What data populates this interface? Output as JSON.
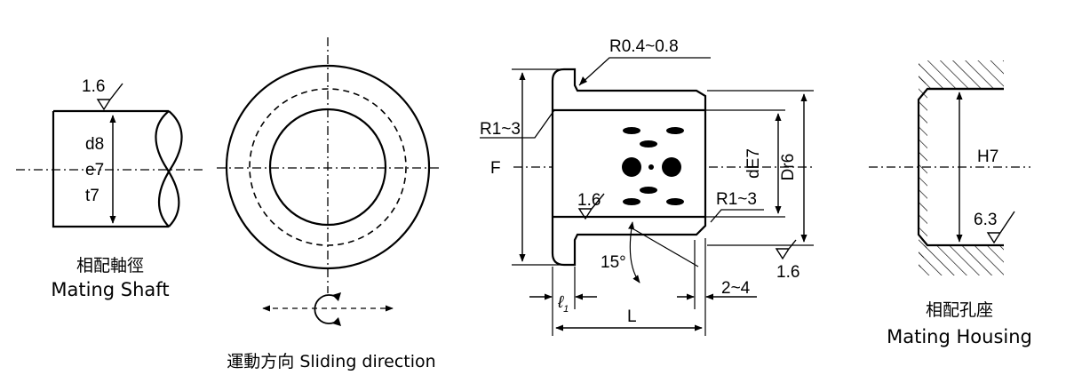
{
  "shaft": {
    "roughness": "1.6",
    "tolerances": [
      "d8",
      "e7",
      "t7"
    ],
    "caption_zh": "相配軸徑",
    "caption_en": "Mating Shaft"
  },
  "motion": {
    "caption": "運動方向 Sliding direction"
  },
  "bushing": {
    "radius_top": "R0.4~0.8",
    "radius_left": "R1~3",
    "radius_right": "R1~3",
    "flange_label": "F",
    "roughness_inner": "1.6",
    "bore_tolerance": "dE7",
    "outer_tolerance": "Dr6",
    "chamfer_angle": "15°",
    "roughness_outer": "1.6",
    "flange_thickness_symbol": "ℓ",
    "flange_thickness_sub": "1",
    "length_label": "L",
    "chamfer_length": "2~4"
  },
  "housing": {
    "tolerance": "H7",
    "roughness": "6.3",
    "caption_zh": "相配孔座",
    "caption_en": "Mating Housing"
  },
  "colors": {
    "ink": "#000000",
    "background": "#ffffff"
  }
}
